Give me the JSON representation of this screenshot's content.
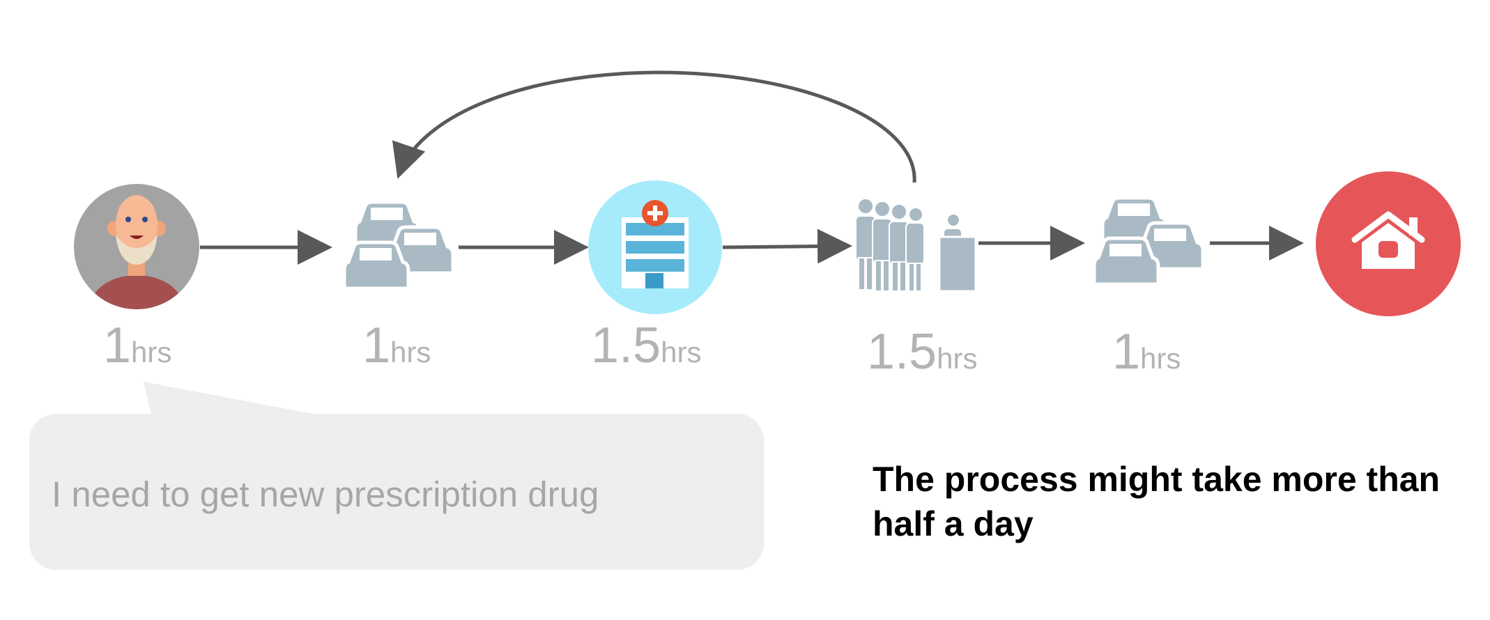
{
  "steps": [
    {
      "id": "patient",
      "icon": "elderly-man-icon",
      "duration_value": "1",
      "duration_unit": "hrs"
    },
    {
      "id": "travel-to-hospital",
      "icon": "traffic-cars-icon",
      "duration_value": "1",
      "duration_unit": "hrs"
    },
    {
      "id": "hospital",
      "icon": "hospital-building-icon",
      "duration_value": "1.5",
      "duration_unit": "hrs"
    },
    {
      "id": "queue",
      "icon": "people-queue-icon",
      "duration_value": "1.5",
      "duration_unit": "hrs"
    },
    {
      "id": "travel-home",
      "icon": "traffic-cars-icon",
      "duration_value": "1",
      "duration_unit": "hrs"
    },
    {
      "id": "home",
      "icon": "house-icon"
    }
  ],
  "speech_bubble": {
    "text": "I need to get new prescription drug",
    "icon": "pills-icon"
  },
  "summary": "The process might take more than half a day",
  "colors": {
    "arrow": "#595959",
    "icon_gray": "#a9bac4",
    "hospital_bg": "#a5ebfc",
    "home_bg": "#e65658",
    "avatar_bg": "#a3a3a3",
    "duration_text": "#b3b3b3"
  }
}
